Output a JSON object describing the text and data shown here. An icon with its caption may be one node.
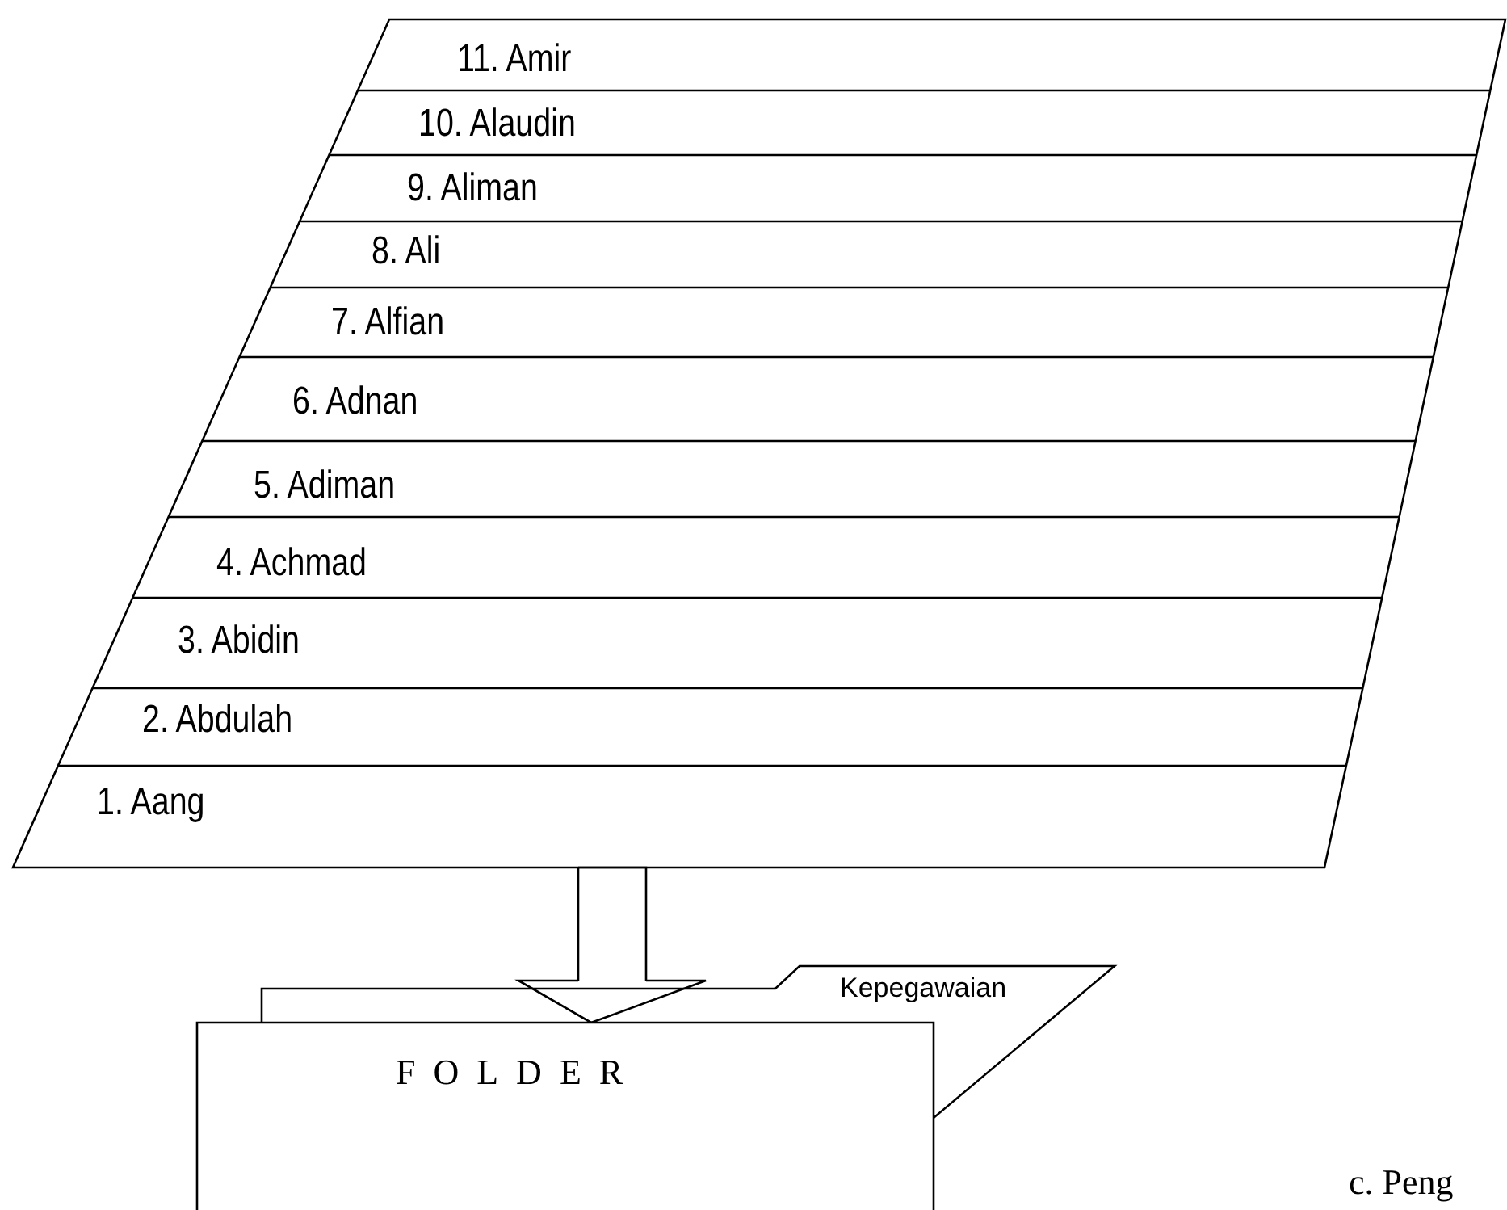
{
  "diagram": {
    "nodes": [
      {
        "text": [
          "11. Amir",
          "10. Alaudin",
          "9. Aliman",
          "8. Ali",
          "7. Alfian",
          "6. Adnan",
          "5. Adiman",
          "4. Achmad",
          "3. Abidin",
          "2. Abdulah",
          "1. Aang"
        ]
      },
      {
        "text": [
          "Kepegawaian",
          "FOLDER"
        ]
      }
    ],
    "edges": [
      {
        "from": 0,
        "to": 1,
        "arrow": "to"
      }
    ],
    "labels": [
      "c. Peng"
    ]
  }
}
